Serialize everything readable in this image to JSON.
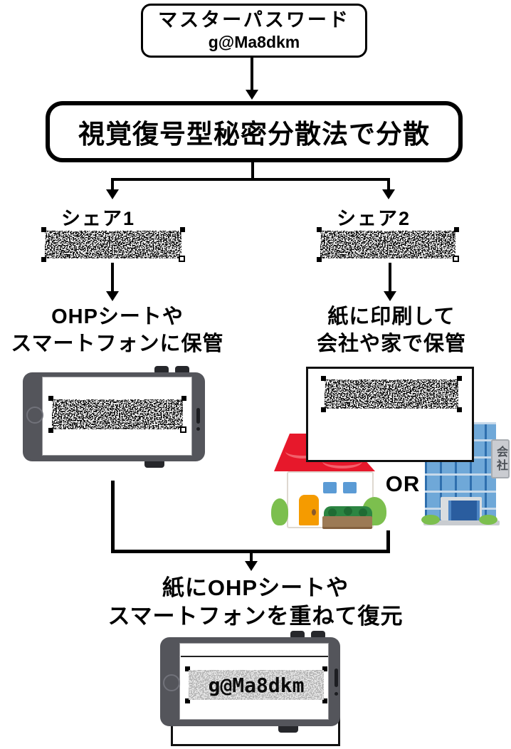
{
  "diagram": {
    "master": {
      "title": "マスターパスワード",
      "password": "g@Ma8dkm"
    },
    "process": {
      "label": "視覚復号型秘密分散法で分散"
    },
    "share1": {
      "label": "シェア1"
    },
    "share2": {
      "label": "シェア2"
    },
    "left_branch": {
      "caption_line1": "OHPシートや",
      "caption_line2": "スマートフォンに保管"
    },
    "right_branch": {
      "caption_line1": "紙に印刷して",
      "caption_line2": "会社や家で保管"
    },
    "or_label": "OR",
    "building_sign": "会社",
    "restore": {
      "caption_line1": "紙にOHPシートや",
      "caption_line2": "スマートフォンを重ねて復元",
      "revealed_password": "g@Ma8dkm"
    }
  },
  "colors": {
    "outline": "#000000",
    "phone_body": "#54555b",
    "paper": "#ffffff",
    "house_roof": "#e7182b",
    "house_door": "#f59b00",
    "window_blue": "#5b9bd5",
    "building_blue": "#3f86c7",
    "bush_green": "#7cbf4e",
    "sign_gray": "#caccd1"
  }
}
